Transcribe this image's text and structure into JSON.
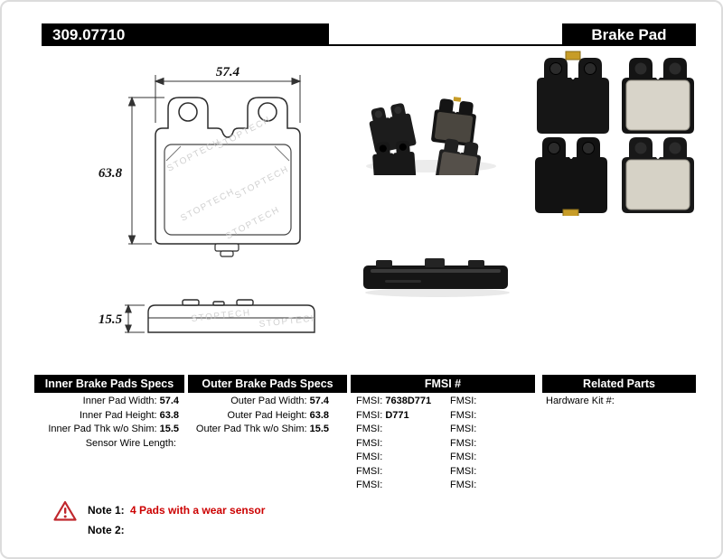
{
  "header": {
    "part_number": "309.07710",
    "title": "Brake Pad"
  },
  "watermark": "STOPTECH",
  "drawing": {
    "width_label": "57.4",
    "height_label": "63.8",
    "thickness_label": "15.5"
  },
  "specs_inner": {
    "header": "Inner Brake Pads Specs",
    "rows": [
      {
        "label": "Inner Pad Width:",
        "value": "57.4"
      },
      {
        "label": "Inner Pad Height:",
        "value": "63.8"
      },
      {
        "label": "Inner Pad Thk w/o Shim:",
        "value": "15.5"
      },
      {
        "label": "Sensor Wire Length:",
        "value": ""
      }
    ]
  },
  "specs_outer": {
    "header": "Outer Brake Pads Specs",
    "rows": [
      {
        "label": "Outer Pad Width:",
        "value": "57.4"
      },
      {
        "label": "Outer Pad Height:",
        "value": "63.8"
      },
      {
        "label": "Outer Pad Thk w/o Shim:",
        "value": "15.5"
      }
    ]
  },
  "fmsi": {
    "header": "FMSI #",
    "rows": [
      {
        "label": "FMSI:",
        "value": "7638D771",
        "label2": "FMSI:",
        "value2": ""
      },
      {
        "label": "FMSI:",
        "value": "D771",
        "label2": "FMSI:",
        "value2": ""
      },
      {
        "label": "FMSI:",
        "value": "",
        "label2": "FMSI:",
        "value2": ""
      },
      {
        "label": "FMSI:",
        "value": "",
        "label2": "FMSI:",
        "value2": ""
      },
      {
        "label": "FMSI:",
        "value": "",
        "label2": "FMSI:",
        "value2": ""
      },
      {
        "label": "FMSI:",
        "value": "",
        "label2": "FMSI:",
        "value2": ""
      },
      {
        "label": "FMSI:",
        "value": "",
        "label2": "FMSI:",
        "value2": ""
      }
    ]
  },
  "related": {
    "header": "Related Parts",
    "rows": [
      {
        "label": "Hardware Kit #:",
        "value": ""
      }
    ]
  },
  "notes": {
    "note1_label": "Note 1:",
    "note1_text": "4 Pads with a wear sensor",
    "note2_label": "Note 2:",
    "note2_text": ""
  },
  "colors": {
    "header_bg": "#000000",
    "note_red": "#cc0000",
    "wear_clip_yellow": "#c79c27"
  }
}
